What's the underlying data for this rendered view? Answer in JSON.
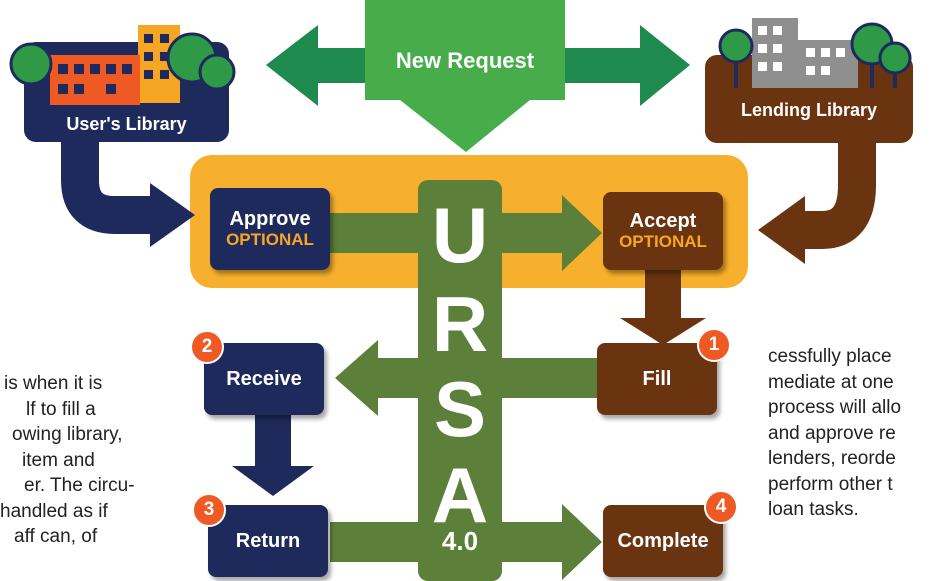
{
  "new_request": "New Request",
  "users_library": "User's Library",
  "lending_library": "Lending Library",
  "approve": {
    "label": "Approve",
    "note": "OPTIONAL"
  },
  "accept": {
    "label": "Accept",
    "note": "OPTIONAL"
  },
  "receive": "Receive",
  "return_label": "Return",
  "fill": "Fill",
  "complete": "Complete",
  "badges": {
    "receive": "2",
    "return_step": "3",
    "fill": "1",
    "complete": "4"
  },
  "ursa": {
    "letters": [
      "U",
      "R",
      "S",
      "A"
    ],
    "version": "4.0"
  },
  "left_text": [
    "is when it is",
    "lf to fill a",
    "owing library,",
    "item and",
    "er. The circu-",
    "handled as if",
    "aff can, of"
  ],
  "right_text": [
    "cessfully place",
    "mediate at one",
    "process will allo",
    "and approve re",
    "lenders, reorde",
    "perform other t",
    "loan tasks."
  ],
  "colors": {
    "navy": "#1f2a5c",
    "brown": "#6a3411",
    "green": "#5c7f3a",
    "request_green": "#46ad4a",
    "arrow_green": "#1f8a4d",
    "orange_band": "#f7b02d",
    "badge": "#ef5a24"
  }
}
